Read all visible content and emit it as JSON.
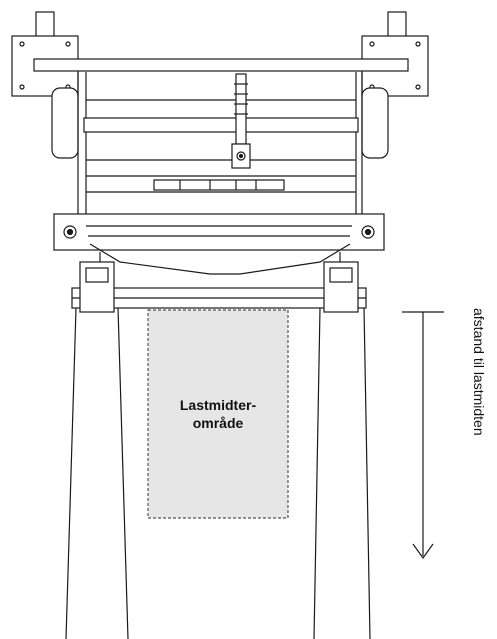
{
  "load_center_area": {
    "line1": "Lastmidter-",
    "line2": "område"
  },
  "distance_label": "afstand til lastmidten",
  "colors": {
    "stroke": "#1a1a1a",
    "load_area_fill": "#e6e6e6",
    "load_area_border": "#555555",
    "background": "#ffffff"
  }
}
